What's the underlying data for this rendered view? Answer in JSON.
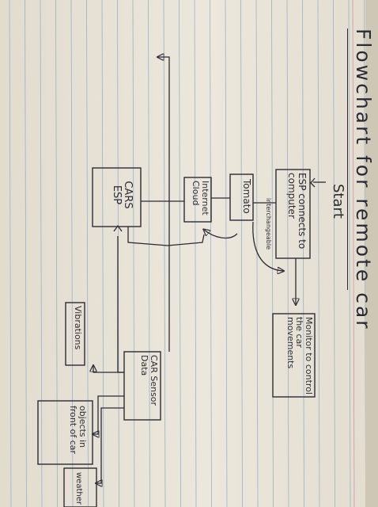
{
  "title": "Flowchart for remote car",
  "start": "Start",
  "nodes": {
    "esp_connects": "ESP connects to computer",
    "tomato": "Tomato",
    "internet_cloud": "Internet Cloud",
    "cars_esp": "CARS ESP",
    "monitor": "Monitor to control the car movements",
    "car_sensor": "CAR Sensor Data",
    "vibrations": "Vibrations",
    "objects": "objects in front of car",
    "weather": "weather"
  },
  "edge_labels": {
    "esp_to_tomato": "interchangeable"
  },
  "colors": {
    "ink": "#2b2b36",
    "paper_line": "#9eb0c4",
    "margin_line": "#c99"
  }
}
